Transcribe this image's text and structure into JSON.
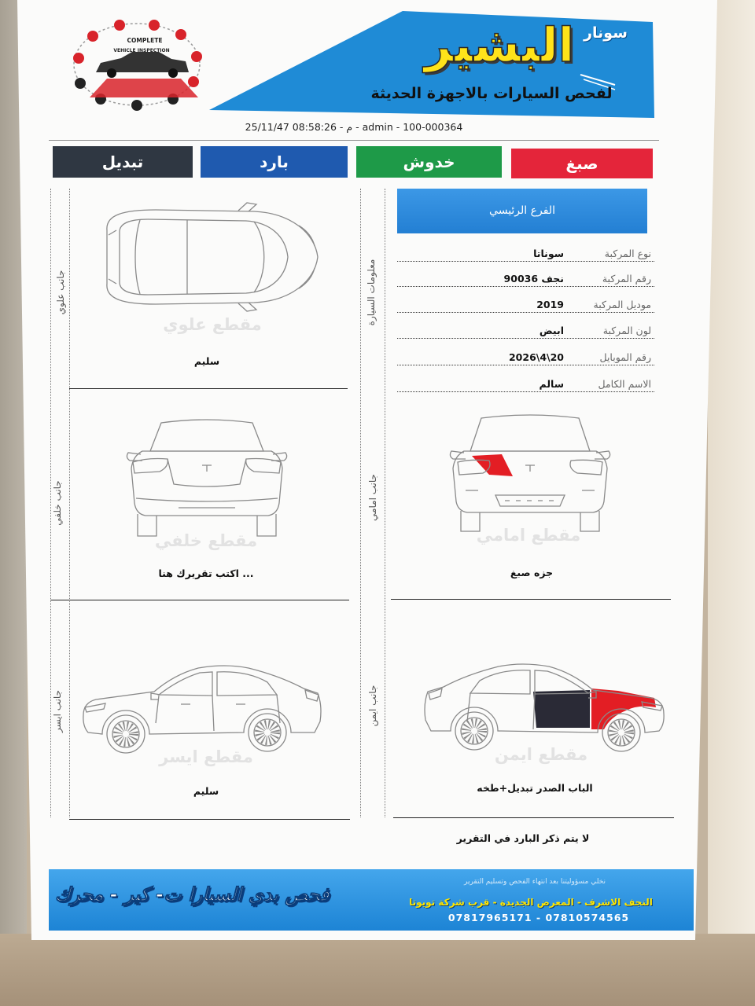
{
  "header": {
    "brand_small": "سونار",
    "brand_name": "البشير",
    "tagline": "لفحص السيارات بالاجهزة الحديثة",
    "logo_text_1": "COMPLETE",
    "logo_text_2": "VEHICLE INSPECTION"
  },
  "meta_line": "25/11/47 08:58:26 - م - admin - 100-000364",
  "legend": [
    {
      "label": "تبديل",
      "color": "#2f3742"
    },
    {
      "label": "بارد",
      "color": "#1f5aaf"
    },
    {
      "label": "خدوش",
      "color": "#1e9a48"
    },
    {
      "label": "صبغ",
      "color": "#e4253a"
    }
  ],
  "vehicle_info": {
    "section_label": "معلومات السيارة",
    "branch": "الفرع الرئيسي",
    "rows": [
      {
        "label": "نوع المركبة",
        "value": "سوناتا"
      },
      {
        "label": "رقم المركبة",
        "value": "نجف 90036"
      },
      {
        "label": "موديل المركبة",
        "value": "2019"
      },
      {
        "label": "لون المركبة",
        "value": "ابيض"
      },
      {
        "label": "رقم الموبايل",
        "value": "2026\\4\\20"
      },
      {
        "label": "الاسم الكامل",
        "value": "سالم"
      }
    ]
  },
  "sections": {
    "top": {
      "side_label": "جانب علوي",
      "watermark": "مقطع علوي",
      "note": "سليم"
    },
    "rear": {
      "side_label": "جانب خلفي",
      "watermark": "مقطع خلفي",
      "note": "اكتب تقريرك هنا ..."
    },
    "front": {
      "side_label": "جانب امامي",
      "watermark": "مقطع امامي",
      "note": "جزه صبغ"
    },
    "left": {
      "side_label": "جانب ايسر",
      "watermark": "مقطع ايسر",
      "note": "سليم"
    },
    "right": {
      "side_label": "جانب ايمن",
      "watermark": "مقطع ايمن",
      "note": "الباب الصدر تبديل+طخه"
    }
  },
  "footer_note": "لا يتم ذكر البارد في التقرير",
  "footer": {
    "slogan": "فحص بدي السيارا ت- كير - محرك",
    "disclaimer": "نخلي مسؤوليتنا بعد انتهاء الفحص وتسليم التقرير",
    "address": "النجف الاشرف - المعرض الجديدة - قرب شركة تويوتا",
    "phones": "07817965171 - 07810574565"
  },
  "colors": {
    "banner_blue": "#1f8bd6",
    "brand_yellow": "#ffe31a",
    "paint_red": "#e31e24",
    "replaced_dark": "#2a2a36"
  }
}
